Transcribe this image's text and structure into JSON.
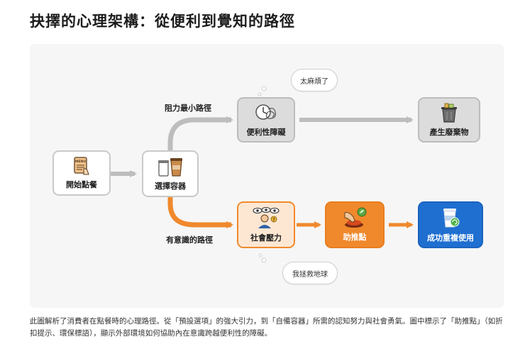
{
  "title": "抉擇的心理架構：從便利到覺知的路徑",
  "paths": {
    "upper_label": "阻力最小路徑",
    "lower_label": "有意識的路徑"
  },
  "nodes": {
    "start": {
      "label": "開始點餐",
      "menu_text": "MENU"
    },
    "choose": {
      "label": "選擇容器"
    },
    "convenience": {
      "label": "便利性障礙"
    },
    "waste": {
      "label": "產生廢棄物"
    },
    "social": {
      "label": "社會壓力"
    },
    "nudge": {
      "label": "助推點"
    },
    "reuse": {
      "label": "成功重複使用"
    }
  },
  "bubbles": {
    "upper": "太麻煩了",
    "lower": "我拯救地球"
  },
  "caption": "此圖解析了消費者在點餐時的心理路徑。從「預設選項」的強大引力，到「自備容器」所需的認知努力與社會勇氣。圖中標示了「助推點」（如折扣提示、環保標語），顯示外部環境如何協助內在意識跨越便利性的障礙。",
  "colors": {
    "grey_arrow": "#bdbdbd",
    "orange": "#f0892c",
    "blue": "#1f6fd1",
    "peach": "#fde7d3"
  }
}
